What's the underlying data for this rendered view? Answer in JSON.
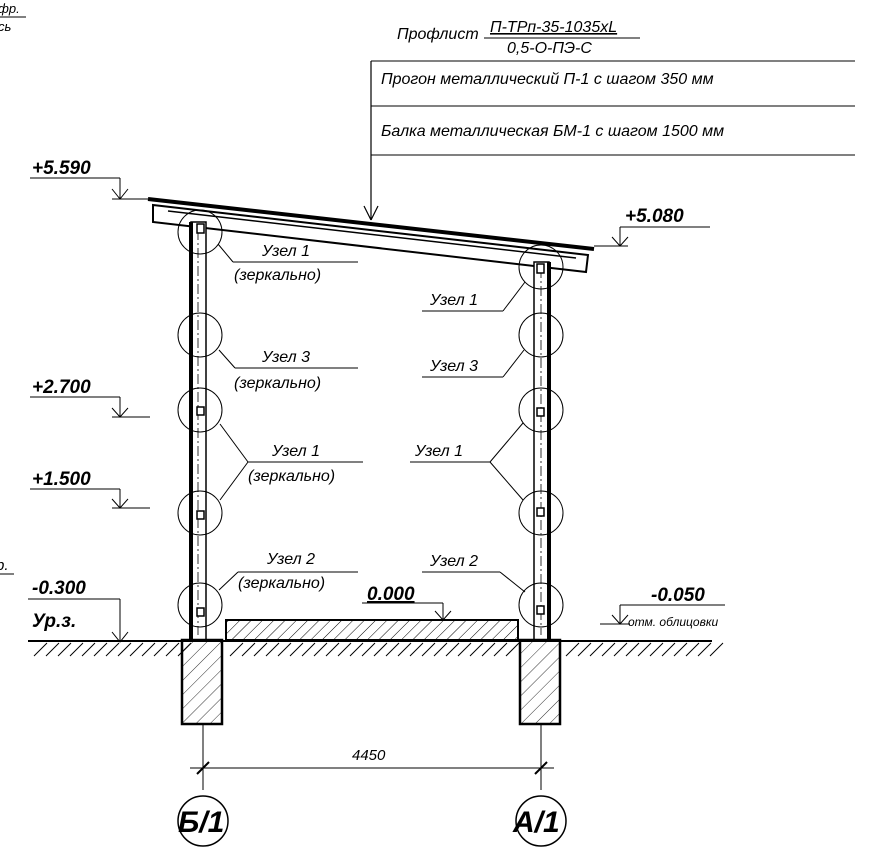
{
  "callout": {
    "profile_label": "Профлист",
    "profile_num": "П-ТРп-35-1035xL",
    "profile_den": "0,5-О-ПЭ-С",
    "purlin": "Прогон металлический П-1 с шагом 350 мм",
    "beam": "Балка металлическая БМ-1  с шагом 1500 мм"
  },
  "edge_text": {
    "top_1": "фр.",
    "top_2": "сь",
    "mid": "р."
  },
  "elevations": {
    "top_left": "+5.590",
    "top_right": "+5.080",
    "e2700": "+2.700",
    "e1500": "+1.500",
    "m0300": "-0.300",
    "ground": "Ур.з.",
    "zero": "0.000",
    "m0050": "-0.050",
    "m0050_note": "отм. облицовки"
  },
  "nodes_left": [
    {
      "title": "Узел 1",
      "sub": "(зеркально)"
    },
    {
      "title": "Узел 3",
      "sub": "(зеркально)"
    },
    {
      "title": "Узел 1",
      "sub": "(зеркально)"
    },
    {
      "title": "Узел 2",
      "sub": "(зеркально)"
    }
  ],
  "nodes_right": [
    {
      "title": "Узел 1"
    },
    {
      "title": "Узел 3"
    },
    {
      "title": "Узел 1"
    },
    {
      "title": "Узел 2"
    }
  ],
  "dimension": "4450",
  "grid_axes": {
    "left": "Б/1",
    "right": "А/1"
  }
}
